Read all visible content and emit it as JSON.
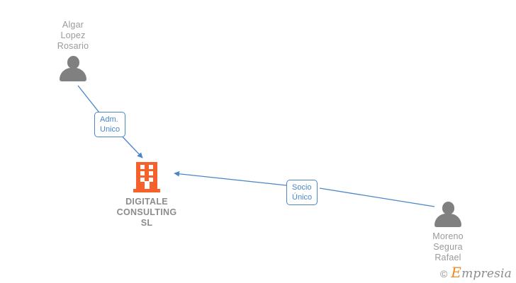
{
  "diagram": {
    "background_color": "#ffffff",
    "edge_color": "#4a86c8",
    "person_color": "#808080",
    "company_color": "#f4612a",
    "label_text_color": "#9a9a9a",
    "nodes": {
      "person_left": {
        "icon": "person-icon",
        "name_lines": [
          "Algar",
          "Lopez",
          "Rosario"
        ]
      },
      "person_right": {
        "icon": "person-icon",
        "name_lines": [
          "Moreno",
          "Segura",
          "Rafael"
        ]
      },
      "company": {
        "icon": "building-icon",
        "name_lines": [
          "DIGITALE",
          "CONSULTING",
          "SL"
        ]
      }
    },
    "edges": [
      {
        "from": "person_left",
        "to": "company",
        "label_lines": [
          "Adm.",
          "Unico"
        ],
        "arrow": "down-right"
      },
      {
        "from": "person_right",
        "to": "company",
        "label_lines": [
          "Socio",
          "Único"
        ],
        "arrow": "left"
      }
    ]
  },
  "watermark": {
    "copyright_symbol": "©",
    "brand_initial": "E",
    "brand_rest": "mpresia"
  }
}
